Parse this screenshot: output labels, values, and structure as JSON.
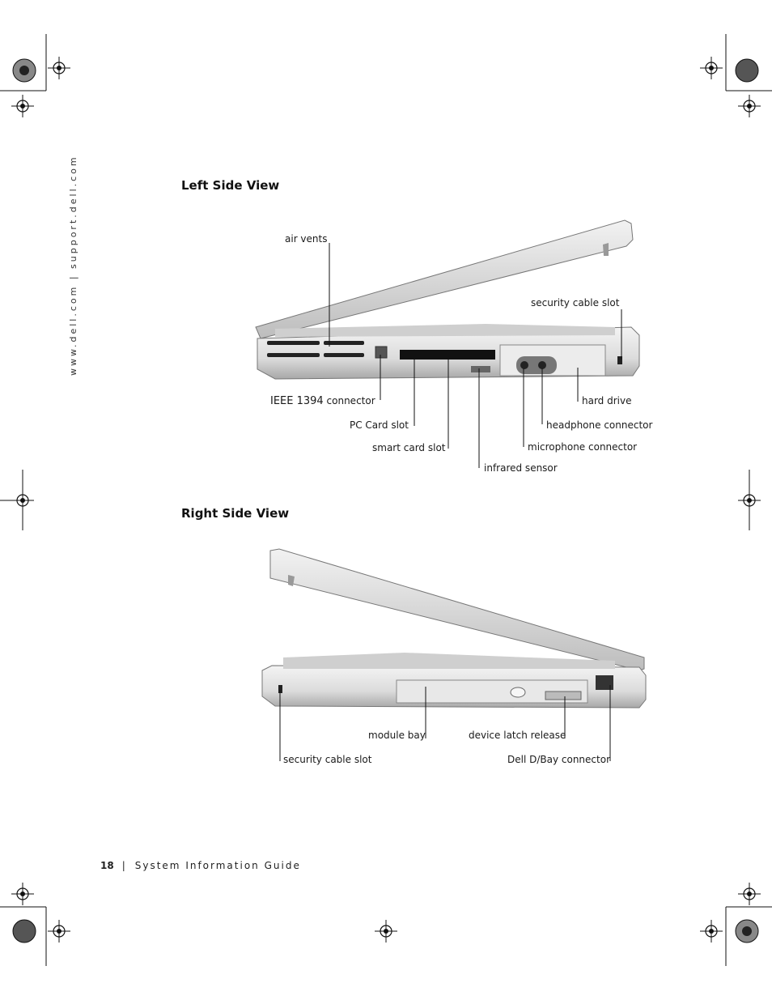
{
  "sidebar": {
    "url_text": "www.dell.com | support.dell.com"
  },
  "sections": {
    "left": {
      "title": "Left Side View",
      "labels": {
        "air_vents": "air vents",
        "security_cable_slot": "security cable slot",
        "ieee_1394": "IEEE 1394",
        "ieee_1394_connector": "connector",
        "pc_card_slot": "PC Card slot",
        "smart_card_slot": "smart card slot",
        "infrared_sensor": "infrared sensor",
        "hard_drive": "hard drive",
        "headphone_connector": "headphone connector",
        "microphone_connector": "microphone connector"
      }
    },
    "right": {
      "title": "Right Side View",
      "labels": {
        "module_bay": "module bay",
        "device_latch_release": "device latch release",
        "security_cable_slot": "security cable slot",
        "dell_dbay_connector": "Dell D/Bay connector"
      }
    }
  },
  "footer": {
    "page_number": "18",
    "separator": "|",
    "guide_title": "System Information Guide"
  },
  "colors": {
    "text": "#1a1a1a",
    "laptop_body": "#e2e2e2",
    "laptop_edge": "#8a8a8a"
  }
}
